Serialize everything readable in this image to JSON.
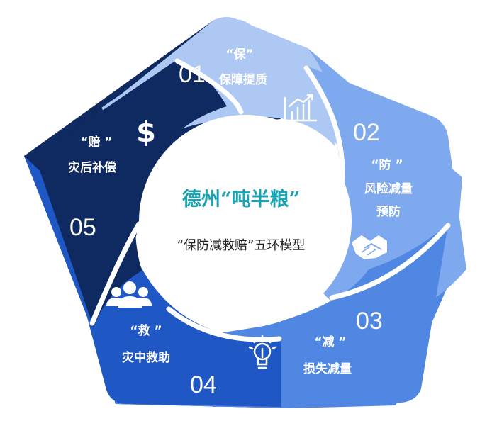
{
  "center": {
    "title": "德州“吨半粮”",
    "subtitle": "“保防减救赔”五环模型"
  },
  "segments": [
    {
      "number": "01",
      "keyword": "“保”",
      "label": "保障提质",
      "color": "#adc8f3",
      "icon": "bar-chart-icon"
    },
    {
      "number": "02",
      "keyword": "“防 ”",
      "label_line1": "风险减量",
      "label_line2": "预防",
      "color": "#7fa9ee",
      "icon": "handshake-icon"
    },
    {
      "number": "03",
      "keyword": "“减 ”",
      "label": "损失减量",
      "color": "#4f87e3",
      "icon": "lightbulb-icon"
    },
    {
      "number": "04",
      "keyword": "“救 ”",
      "label": "灾中救助",
      "color": "#1f58c4",
      "icon": "people-icon"
    },
    {
      "number": "05",
      "keyword": "“赔 ”",
      "label": "灾后补偿",
      "color": "#0f2a61",
      "icon": "dollar-icon"
    }
  ],
  "colors": {
    "title": "#19a3b2",
    "ring_white": "#ffffff"
  }
}
